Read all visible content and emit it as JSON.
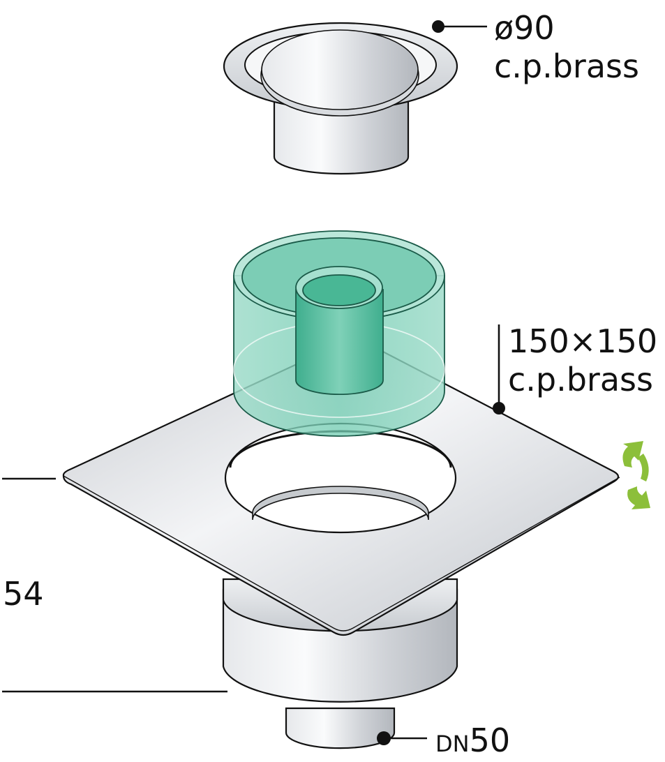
{
  "cover_label": {
    "diameter": "ø90",
    "material": "c.p.brass"
  },
  "plate_label": {
    "size": "150×150",
    "material": "c.p.brass"
  },
  "height_label": "54",
  "outlet_label": {
    "prefix": "DN",
    "size": "50"
  },
  "colors": {
    "metal_light": "#f4f5f7",
    "metal_mid": "#d2d5da",
    "metal_dark": "#a7abb2",
    "trap_green": "#4fbf9e",
    "rotate_arrow": "#8cbf3a",
    "stroke": "#111111"
  }
}
